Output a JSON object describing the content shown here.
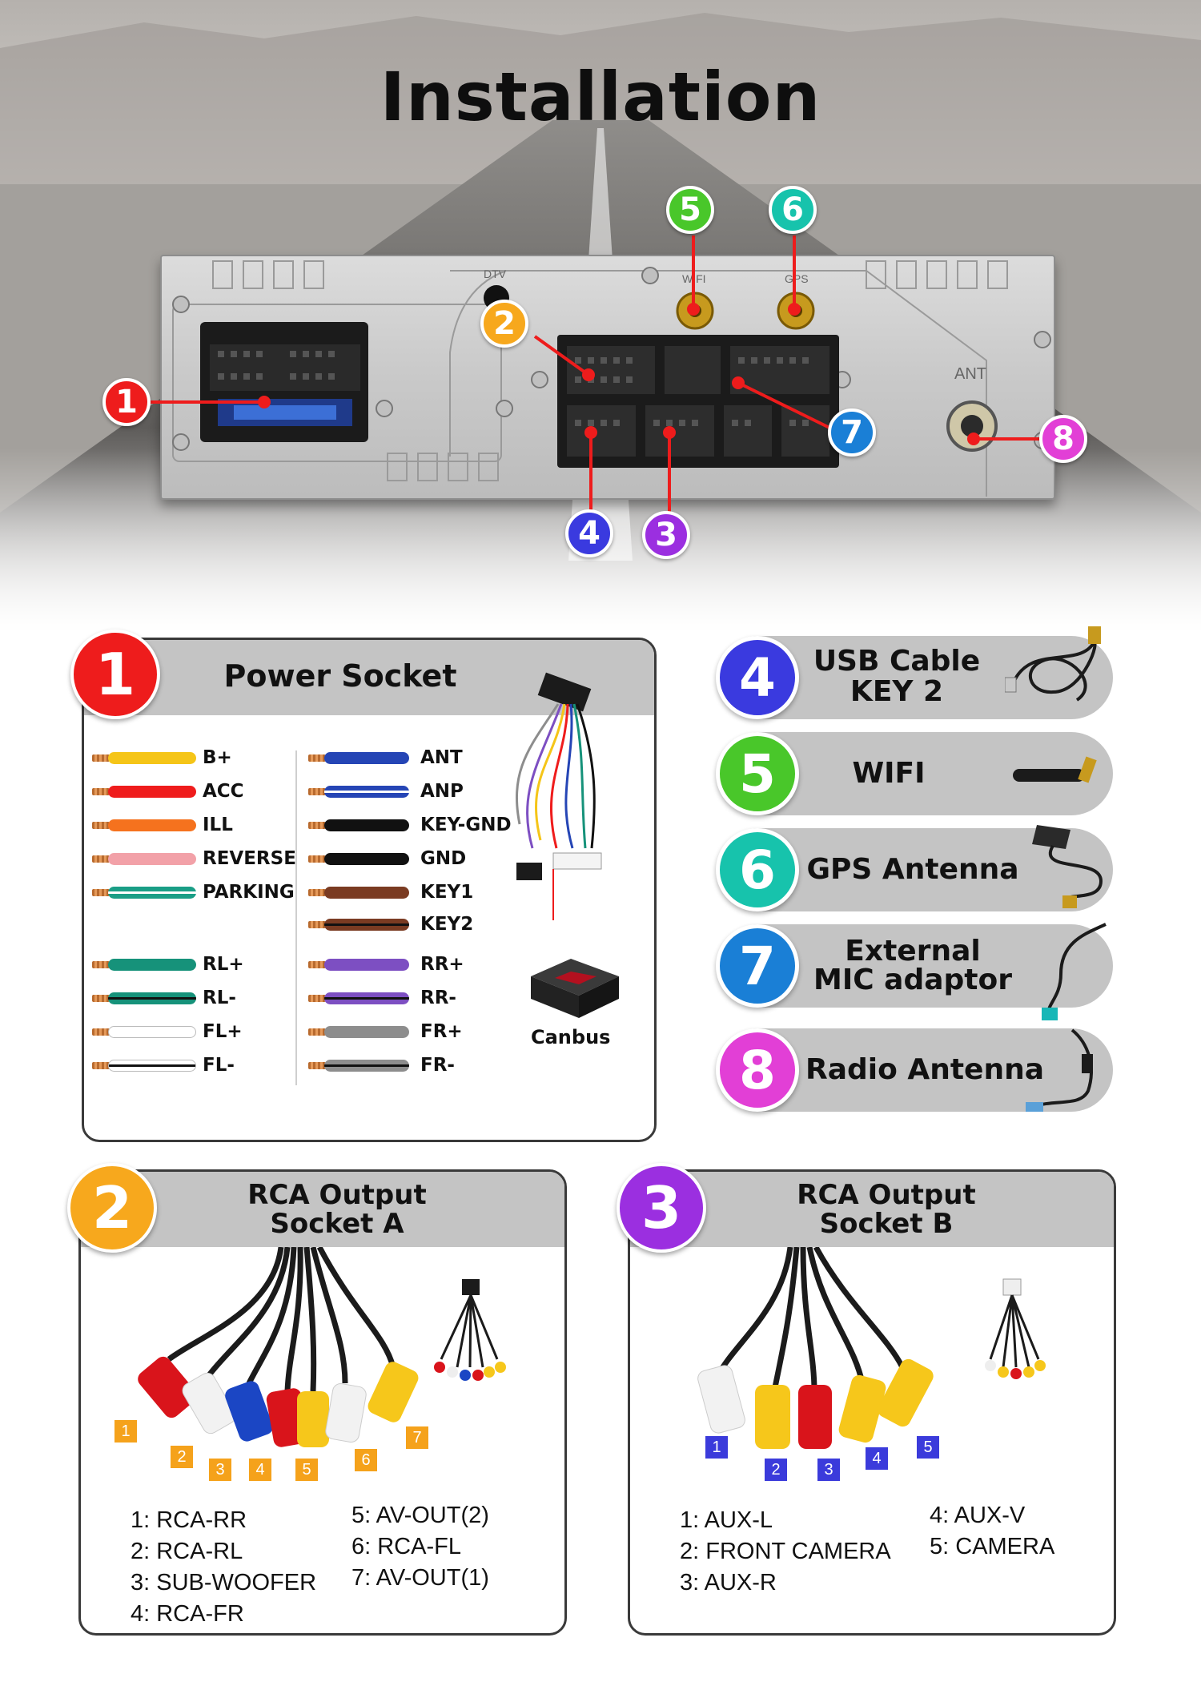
{
  "title": "Installation",
  "colors": {
    "n1": "#ee1c1c",
    "n2": "#f7a81d",
    "n3": "#9b2fe0",
    "n4": "#3a3adf",
    "n5": "#49c72a",
    "n6": "#17c3ac",
    "n7": "#1a7fd6",
    "n8": "#e23fd6"
  },
  "panel": {
    "labels": {
      "dtv": "DTV",
      "wifi": "WIFI",
      "gps": "GPS",
      "ant": "ANT"
    },
    "callouts": [
      "1",
      "2",
      "3",
      "4",
      "5",
      "6",
      "7",
      "8"
    ]
  },
  "power_socket": {
    "number": "1",
    "title": "Power Socket",
    "left_wires": [
      {
        "label": "B+",
        "color": "#f5c518",
        "stripe": ""
      },
      {
        "label": "ACC",
        "color": "#ef1c1c",
        "stripe": ""
      },
      {
        "label": "ILL",
        "color": "#f5721e",
        "stripe": ""
      },
      {
        "label": "REVERSE",
        "color": "#f2a1a8",
        "stripe": ""
      },
      {
        "label": "PARKING",
        "color": "#1a9e86",
        "stripe": "#ffffff"
      },
      {
        "label": "RL+",
        "color": "#16927a",
        "stripe": ""
      },
      {
        "label": "RL-",
        "color": "#16927a",
        "stripe": "#111111"
      },
      {
        "label": "FL+",
        "color": "#ffffff",
        "stripe": ""
      },
      {
        "label": "FL-",
        "color": "#ffffff",
        "stripe": "#111111"
      }
    ],
    "right_wires": [
      {
        "label": "ANT",
        "color": "#2545b5",
        "stripe": ""
      },
      {
        "label": "ANP",
        "color": "#2545b5",
        "stripe": "#ffffff"
      },
      {
        "label": "KEY-GND",
        "color": "#111111",
        "stripe": ""
      },
      {
        "label": "GND",
        "color": "#111111",
        "stripe": ""
      },
      {
        "label": "KEY1",
        "color": "#7a3b22",
        "stripe": ""
      },
      {
        "label": "KEY2",
        "color": "#7a3b22",
        "stripe": "#111111"
      },
      {
        "label": "RR+",
        "color": "#7d4fc2",
        "stripe": ""
      },
      {
        "label": "RR-",
        "color": "#7d4fc2",
        "stripe": "#111111"
      },
      {
        "label": "FR+",
        "color": "#8d8d8d",
        "stripe": ""
      },
      {
        "label": "FR-",
        "color": "#8d8d8d",
        "stripe": "#111111"
      }
    ],
    "canbus_label": "Canbus"
  },
  "accessories": [
    {
      "number": "4",
      "label": "USB Cable\nKEY 2",
      "line1": "USB Cable",
      "line2": "KEY 2",
      "icon": "usb-cable"
    },
    {
      "number": "5",
      "label": "WIFI",
      "icon": "wifi-antenna"
    },
    {
      "number": "6",
      "label": "GPS Antenna",
      "icon": "gps-antenna"
    },
    {
      "number": "7",
      "line1": "External",
      "line2": "MIC adaptor",
      "icon": "mic-adaptor"
    },
    {
      "number": "8",
      "label": "Radio Antenna",
      "icon": "radio-antenna"
    }
  ],
  "rca_a": {
    "number": "2",
    "title_line1": "RCA Output",
    "title_line2": "Socket A",
    "plug_numbers": [
      "1",
      "2",
      "3",
      "4",
      "5",
      "6",
      "7"
    ],
    "legend_left": [
      "1: RCA-RR",
      "2: RCA-RL",
      "3: SUB-WOOFER",
      "4: RCA-FR"
    ],
    "legend_right": [
      "5: AV-OUT(2)",
      "6: RCA-FL",
      "7: AV-OUT(1)"
    ]
  },
  "rca_b": {
    "number": "3",
    "title_line1": "RCA Output",
    "title_line2": "Socket B",
    "plug_numbers": [
      "1",
      "2",
      "3",
      "4",
      "5"
    ],
    "legend_left": [
      "1: AUX-L",
      "2: FRONT CAMERA",
      "3: AUX-R"
    ],
    "legend_right": [
      "4: AUX-V",
      "5: CAMERA"
    ]
  }
}
